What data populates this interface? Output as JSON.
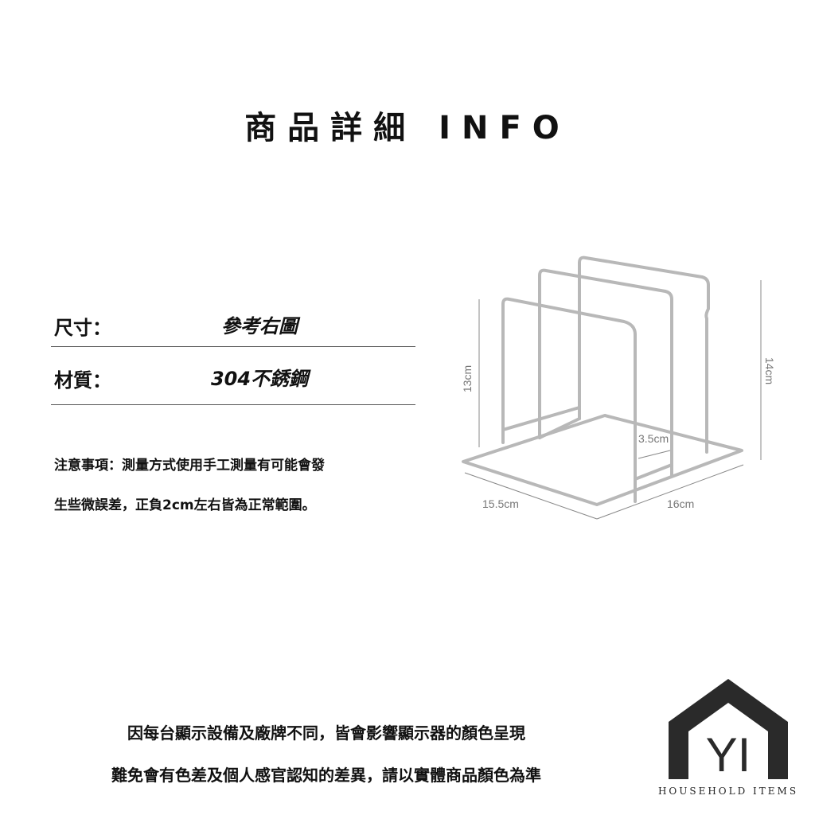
{
  "title": "商品詳細 INFO",
  "specs": [
    {
      "label": "尺寸：",
      "value": "參考右圖"
    },
    {
      "label": "材質：",
      "value": "304不銹鋼"
    }
  ],
  "note": {
    "line1": "注意事項：測量方式使用手工測量有可能會發",
    "line2": "生些微誤差，正負2cm左右皆為正常範圍。"
  },
  "product_dimensions": {
    "height_front": "13cm",
    "height_back": "14cm",
    "gap": "3.5cm",
    "depth": "15.5cm",
    "width": "16cm"
  },
  "disclaimer": {
    "line1": "因每台顯示設備及廠牌不同，皆會影響顯示器的顏色呈現",
    "line2": "難免會有色差及個人感官認知的差異，請以實體商品顏色為準"
  },
  "logo": {
    "letters": "YI",
    "text": "HOUSEHOLD ITEMS"
  }
}
